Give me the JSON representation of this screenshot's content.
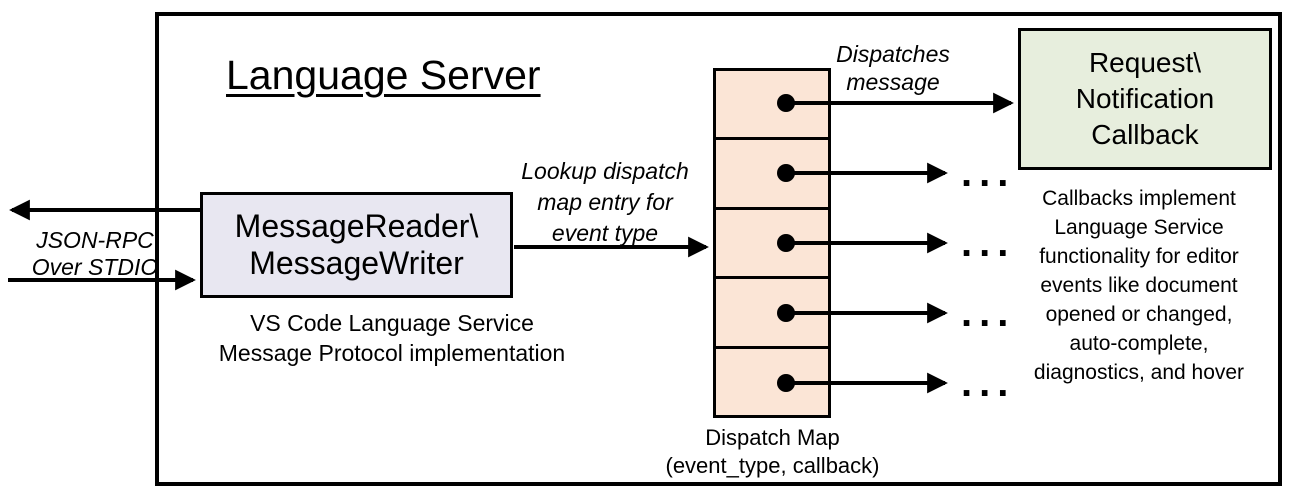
{
  "diagram": {
    "title": "Language Server",
    "io_label": "JSON-RPC\nOver STDIO",
    "reader_box": {
      "label": "MessageReader\\\nMessageWriter",
      "caption": "VS Code Language Service\nMessage Protocol implementation"
    },
    "lookup_label": "Lookup dispatch\nmap entry for\nevent type",
    "dispatches_label": "Dispatches\nmessage",
    "dispatch_map": {
      "caption": "Dispatch Map\n(event_type, callback)",
      "cell_count": 5
    },
    "callback_box": {
      "label": "Request\\\nNotification\nCallback"
    },
    "callbacks_note": "Callbacks implement\nLanguage Service\nfunctionality for editor\nevents like document\nopened or changed,\nauto-complete,\ndiagnostics, and hover",
    "ellipsis": "...",
    "colors": {
      "stroke": "#000000",
      "reader_fill": "#e8e7f1",
      "map_fill": "#fbe5d6",
      "callback_fill": "#e7eedd"
    }
  }
}
